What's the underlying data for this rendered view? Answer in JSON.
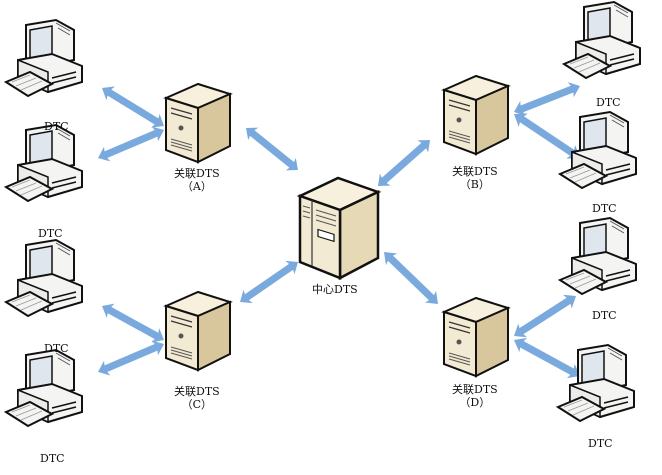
{
  "title": "中心DTS / 关联DTS / DTC topology",
  "colors": {
    "arrow": "#7aa9de",
    "server_light": "#f3ead3",
    "server_dark": "#d8c79c",
    "outline": "#111111",
    "screen": "#dfe6ee"
  },
  "center": {
    "label": "中心DTS",
    "icon": "server-cabinet-icon"
  },
  "servers": [
    {
      "id": "A",
      "label": "关联DTS",
      "sub": "（A）",
      "clients": [
        "DTC",
        "DTC"
      ]
    },
    {
      "id": "B",
      "label": "关联DTS",
      "sub": "（B）",
      "clients": [
        "DTC",
        "DTC"
      ]
    },
    {
      "id": "C",
      "label": "关联DTS",
      "sub": "（C）",
      "clients": [
        "DTC",
        "DTC"
      ]
    },
    {
      "id": "D",
      "label": "关联DTS",
      "sub": "（D）",
      "clients": [
        "DTC",
        "DTC"
      ]
    }
  ],
  "client_icon": "desktop-computer-icon",
  "server_icon": "tower-server-icon",
  "link_icon": "double-arrow-icon"
}
